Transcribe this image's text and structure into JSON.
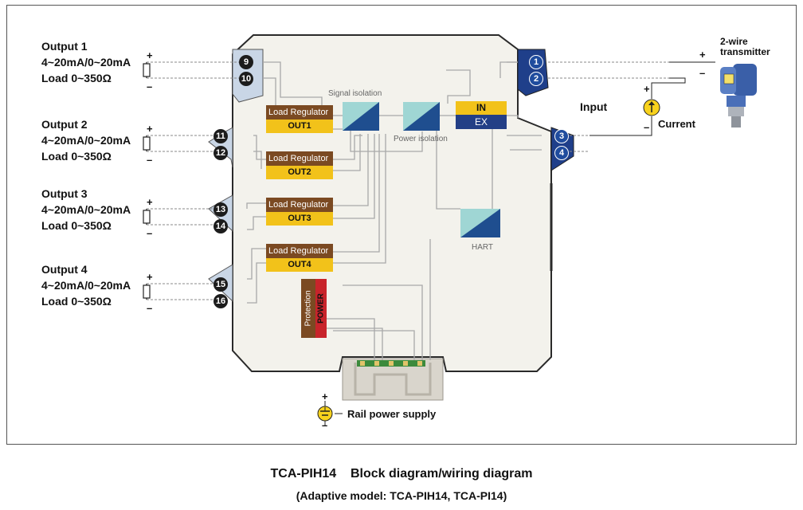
{
  "outputs": [
    {
      "title": "Output 1",
      "range": "4~20mA/0~20mA",
      "load": "Load 0~350Ω",
      "t_plus": "9",
      "t_minus": "10"
    },
    {
      "title": "Output 2",
      "range": "4~20mA/0~20mA",
      "load": "Load 0~350Ω",
      "t_plus": "11",
      "t_minus": "12"
    },
    {
      "title": "Output 3",
      "range": "4~20mA/0~20mA",
      "load": "Load 0~350Ω",
      "t_plus": "13",
      "t_minus": "14"
    },
    {
      "title": "Output 4",
      "range": "4~20mA/0~20mA",
      "load": "Load 0~350Ω",
      "t_plus": "15",
      "t_minus": "16"
    }
  ],
  "regulators": [
    {
      "label": "Load Regulator",
      "out": "OUT1"
    },
    {
      "label": "Load Regulator",
      "out": "OUT2"
    },
    {
      "label": "Load Regulator",
      "out": "OUT3"
    },
    {
      "label": "Load Regulator",
      "out": "OUT4"
    }
  ],
  "blocks": {
    "signal_isolation": "Signal isolation",
    "power_isolation": "Power isolation",
    "in": "IN",
    "ex": "EX",
    "hart": "HART",
    "protection": "Protection",
    "power": "POWER"
  },
  "input": {
    "label": "Input",
    "current": "Current",
    "transmitter": "2-wire\ntransmitter",
    "terminals": [
      "1",
      "2",
      "3",
      "4"
    ]
  },
  "rail": {
    "label": "Rail power supply"
  },
  "signs": {
    "plus": "+",
    "minus": "–"
  },
  "caption": {
    "title": "TCA-PIH14    Block diagram/wiring diagram",
    "subtitle": "(Adaptive model: TCA-PIH14, TCA-PI14)"
  },
  "colors": {
    "load_regulator": "#7b4a22",
    "out_label": "#f2c21a",
    "ex_box": "#233f86",
    "power_box": "#c8242b",
    "terminal_blue": "#1f4c9e",
    "module_body": "#f3f2ec",
    "isolation_teal": "#9fd6d4"
  },
  "icons": [
    "resistor-icon",
    "current-source-icon",
    "dc-source-icon",
    "transmitter-icon",
    "terminal-icon",
    "isolation-block-icon",
    "din-rail-icon"
  ]
}
